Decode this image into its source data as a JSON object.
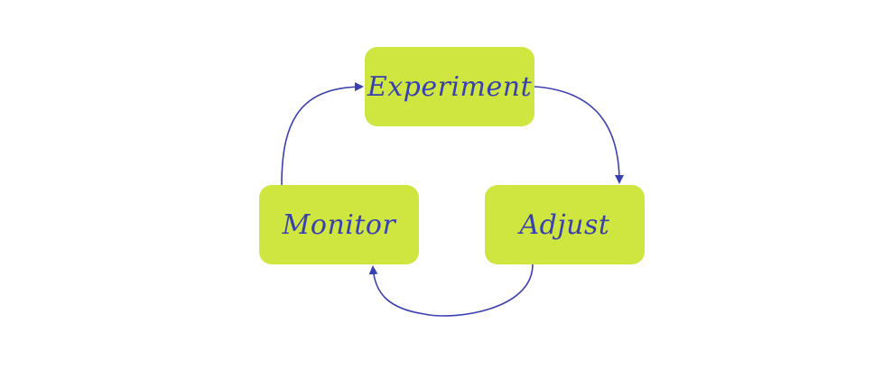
{
  "nodes": {
    "experiment": "Experiment",
    "adjust": "Adjust",
    "monitor": "Monitor"
  },
  "colors": {
    "node_fill": "#cfe640",
    "text_and_arrows": "#3940b0",
    "background": "#ffffff"
  }
}
